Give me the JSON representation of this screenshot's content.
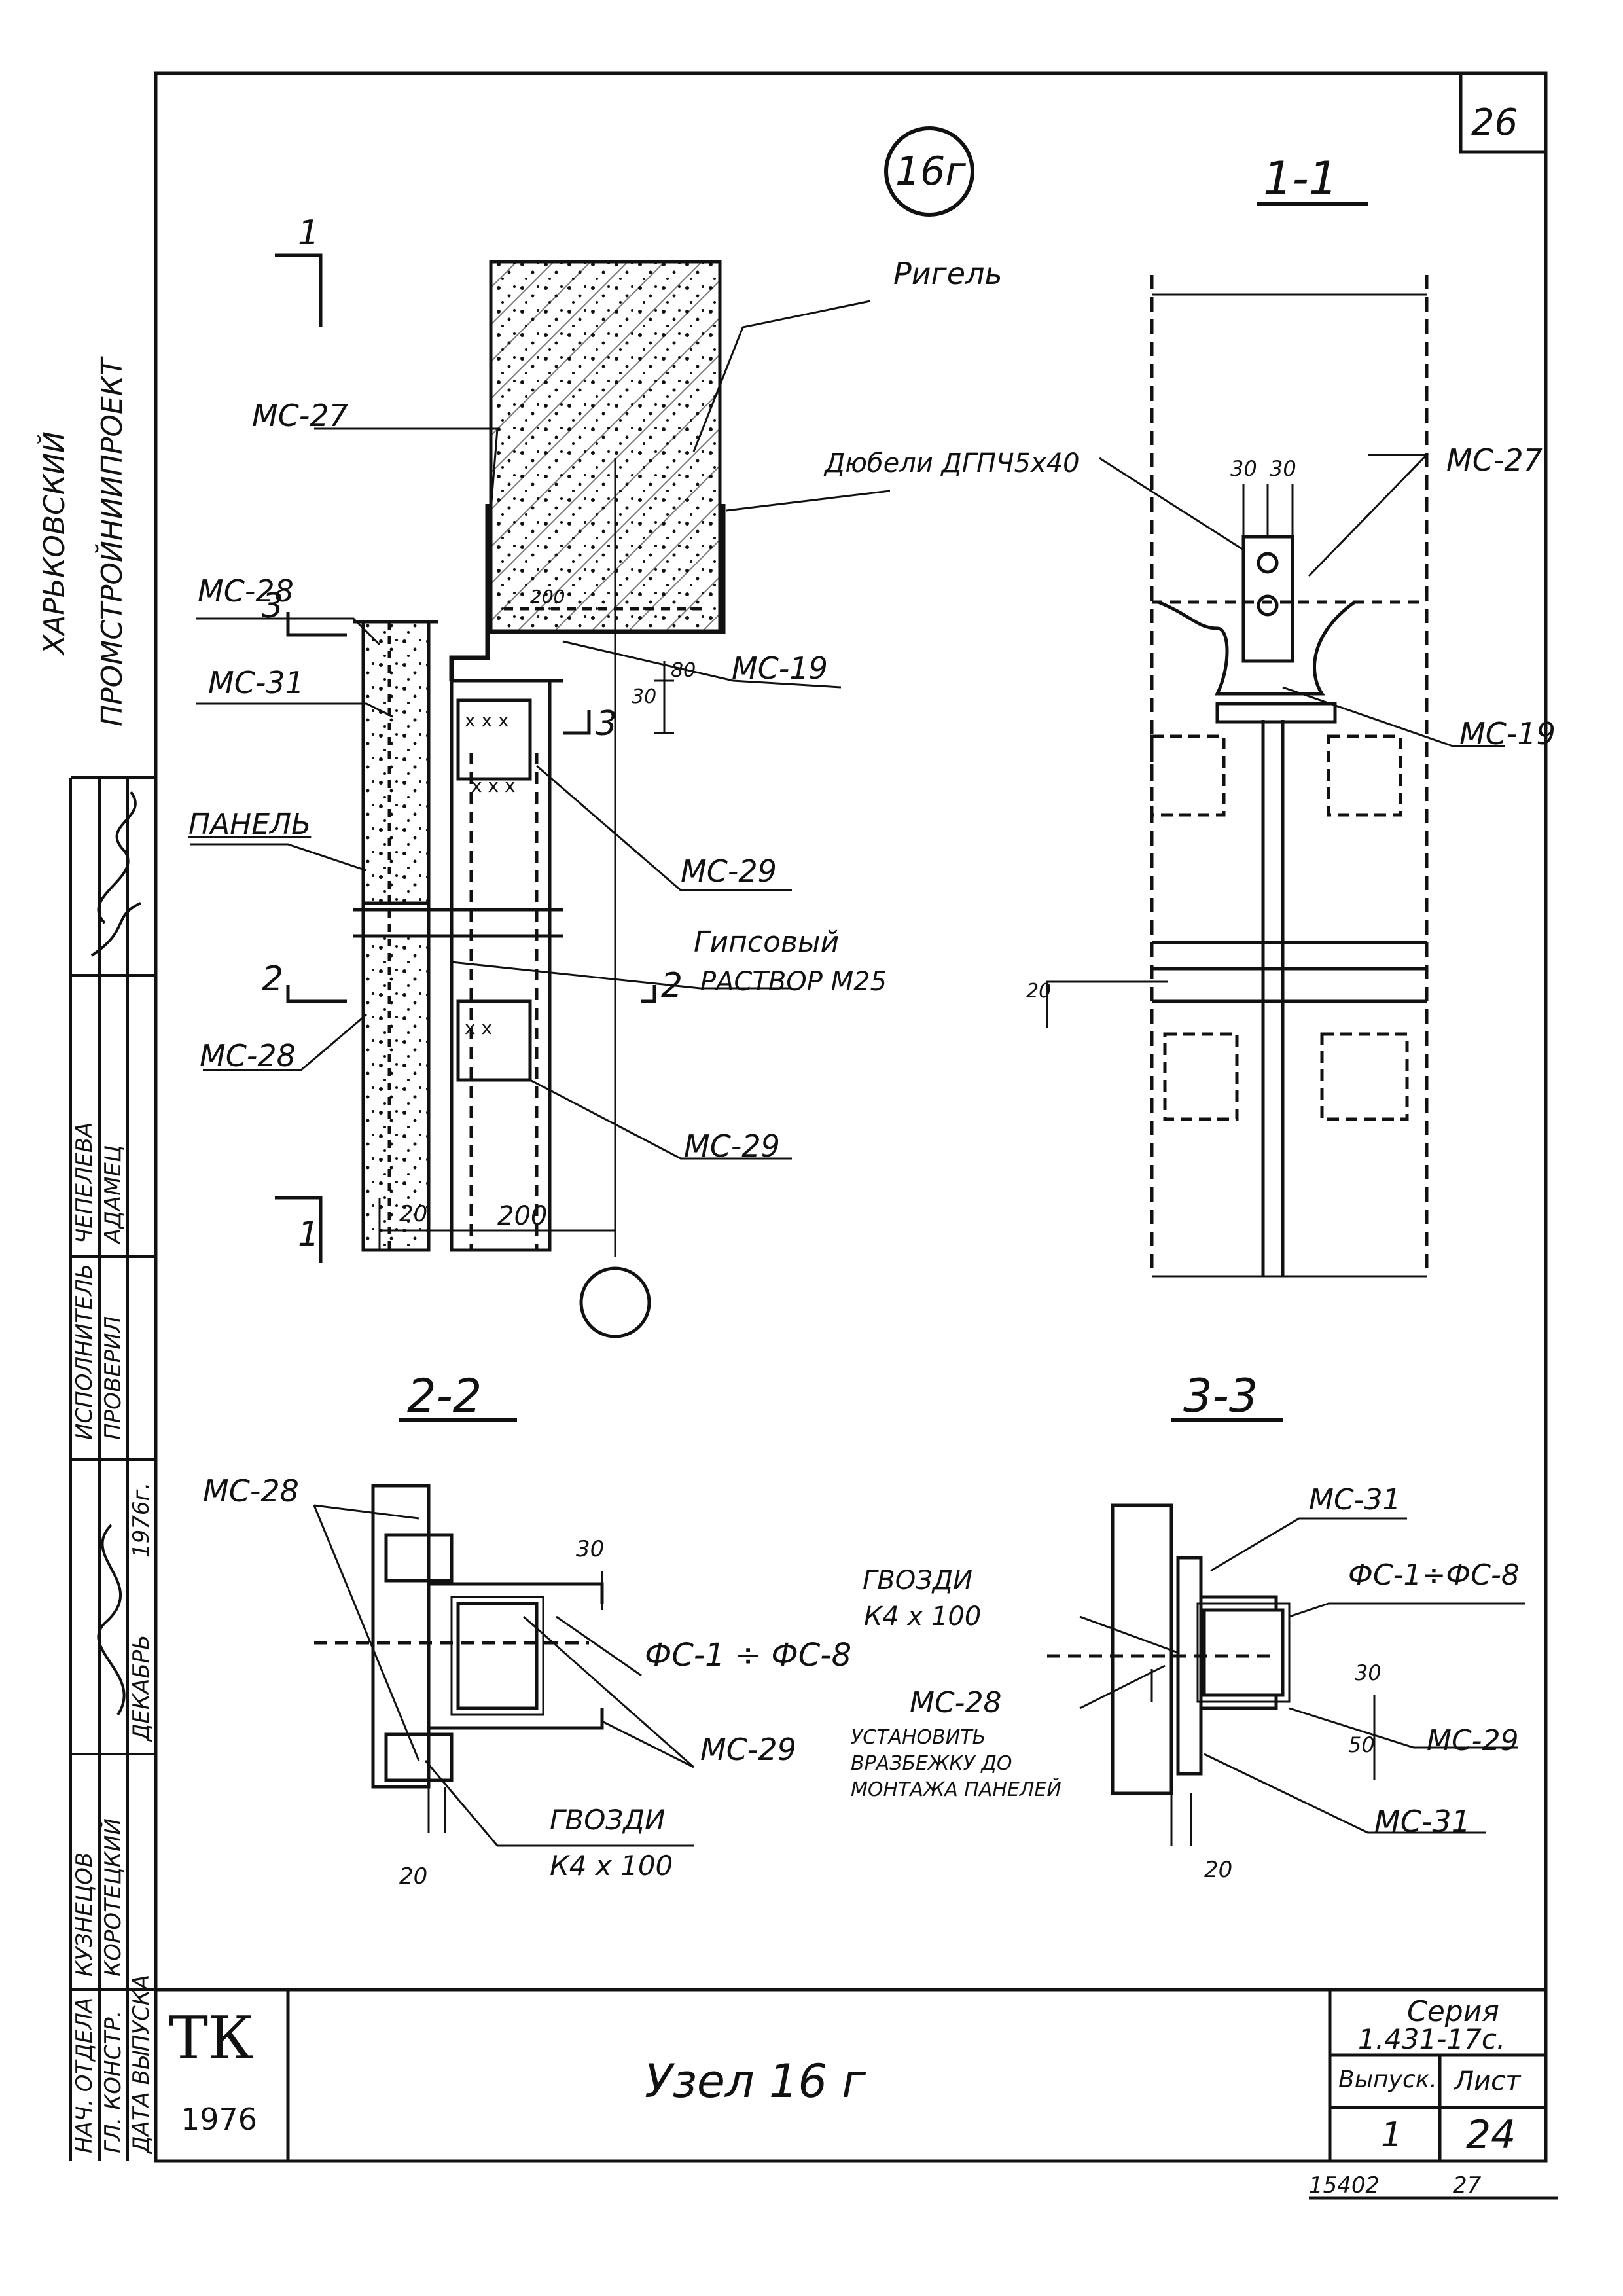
{
  "sheet": {
    "page_number": "26",
    "node_badge": "16г",
    "bottom_number": "15402",
    "bottom_number_2": "27"
  },
  "organization": {
    "line1": "ХАРЬКОВСКИЙ",
    "line2": "ПРОМСТРОЙНИИПРОЕКТ"
  },
  "signature_block": {
    "rows": [
      {
        "role": "НАЧ. ОТДЕЛА",
        "name": "КУЗНЕЦОВ"
      },
      {
        "role": "ГЛ. КОНСТР.",
        "name": "КОРОТЕЦКИЙ"
      },
      {
        "role": "ДАТА ВЫПУСКА",
        "name": "ДЕКАБРЬ"
      },
      {
        "role": "ИСПОЛНИТЕЛЬ",
        "name": "ЧЕПЕЛЕВА"
      },
      {
        "role": "ПРОВЕРИЛ",
        "name": "АДАМЕЦ"
      }
    ],
    "year": "1976г."
  },
  "main_view": {
    "section_marks": [
      "1",
      "1",
      "2",
      "2",
      "3",
      "3"
    ],
    "labels": {
      "rigel": "Ригель",
      "ms27": "МС-27",
      "ms28_top": "МС-28",
      "ms31": "МС-31",
      "panel": "ПАНЕЛЬ",
      "ms28_bot": "МС-28",
      "ms19": "МС-19",
      "ms29_top": "МС-29",
      "gypsum_1": "Гипсовый",
      "gypsum_2": "РАСТВОР М25",
      "ms29_bot": "МС-29",
      "dowels": "Дюбели ДГПЧ5х40"
    },
    "dims": {
      "d30": "30",
      "d80": "80",
      "d20": "20",
      "d200": "200",
      "d200b": "200"
    }
  },
  "section_1_1": {
    "title": "1-1",
    "labels": {
      "ms27": "МС-27",
      "ms19": "МС-19"
    },
    "dims": {
      "a": "30",
      "b": "30",
      "c": "20"
    }
  },
  "section_2_2": {
    "title": "2-2",
    "labels": {
      "ms28": "МС-28",
      "fs": "ФС-1 ÷ ФС-8",
      "ms29": "МС-29",
      "nails_1": "ГВОЗДИ",
      "nails_2": "К4 х 100"
    },
    "dims": {
      "d30": "30",
      "d20": "20"
    }
  },
  "section_3_3": {
    "title": "3-3",
    "labels": {
      "ms31_top": "МС-31",
      "fs": "ФС-1÷ФС-8",
      "nails_1": "ГВОЗДИ",
      "nails_2": "К4 х 100",
      "ms28": "МС-28",
      "note_1": "УСТАНОВИТЬ",
      "note_2": "ВРАЗБЕЖКУ ДО",
      "note_3": "МОНТАЖА ПАНЕЛЕЙ",
      "ms29": "МС-29",
      "ms31_bot": "МС-31"
    },
    "dims": {
      "d30": "30",
      "d50": "50",
      "d20": "20"
    }
  },
  "title_block": {
    "logo": "ТК",
    "year": "1976",
    "title": "Узел 16 г",
    "series_label": "Серия",
    "series_value": "1.431-17с.",
    "issue_label": "Выпуск.",
    "sheet_label": "Лист",
    "issue_value": "1",
    "sheet_value": "24"
  }
}
